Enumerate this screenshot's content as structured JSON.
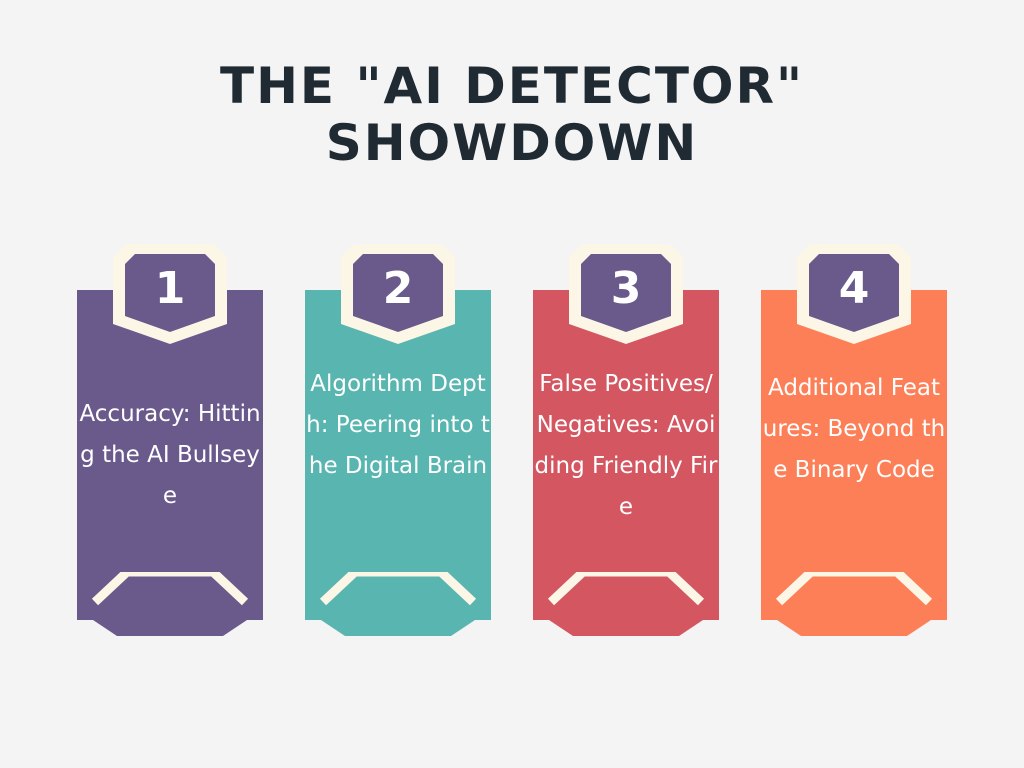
{
  "title": {
    "line1": "THE \"AI DETECTOR\"",
    "line2": "SHOWDOWN"
  },
  "colors": {
    "background": "#f4f4f4",
    "title": "#1f2a33",
    "badge": "#6a5a8c",
    "accent": "#fbf6e6"
  },
  "cards": [
    {
      "number": "1",
      "text": "Accuracy: Hitting the AI Bullseye",
      "color": "#6a5a8c",
      "text_top": 104
    },
    {
      "number": "2",
      "text": "Algorithm Depth: Peering into the Digital Brain",
      "color": "#58b5b0",
      "text_top": 74
    },
    {
      "number": "3",
      "text": "False Positives/Negatives: Avoiding Friendly Fire",
      "color": "#d35660",
      "text_top": 74
    },
    {
      "number": "4",
      "text": "Additional Features: Beyond the Binary Code",
      "color": "#fd7f57",
      "text_top": 78
    }
  ]
}
